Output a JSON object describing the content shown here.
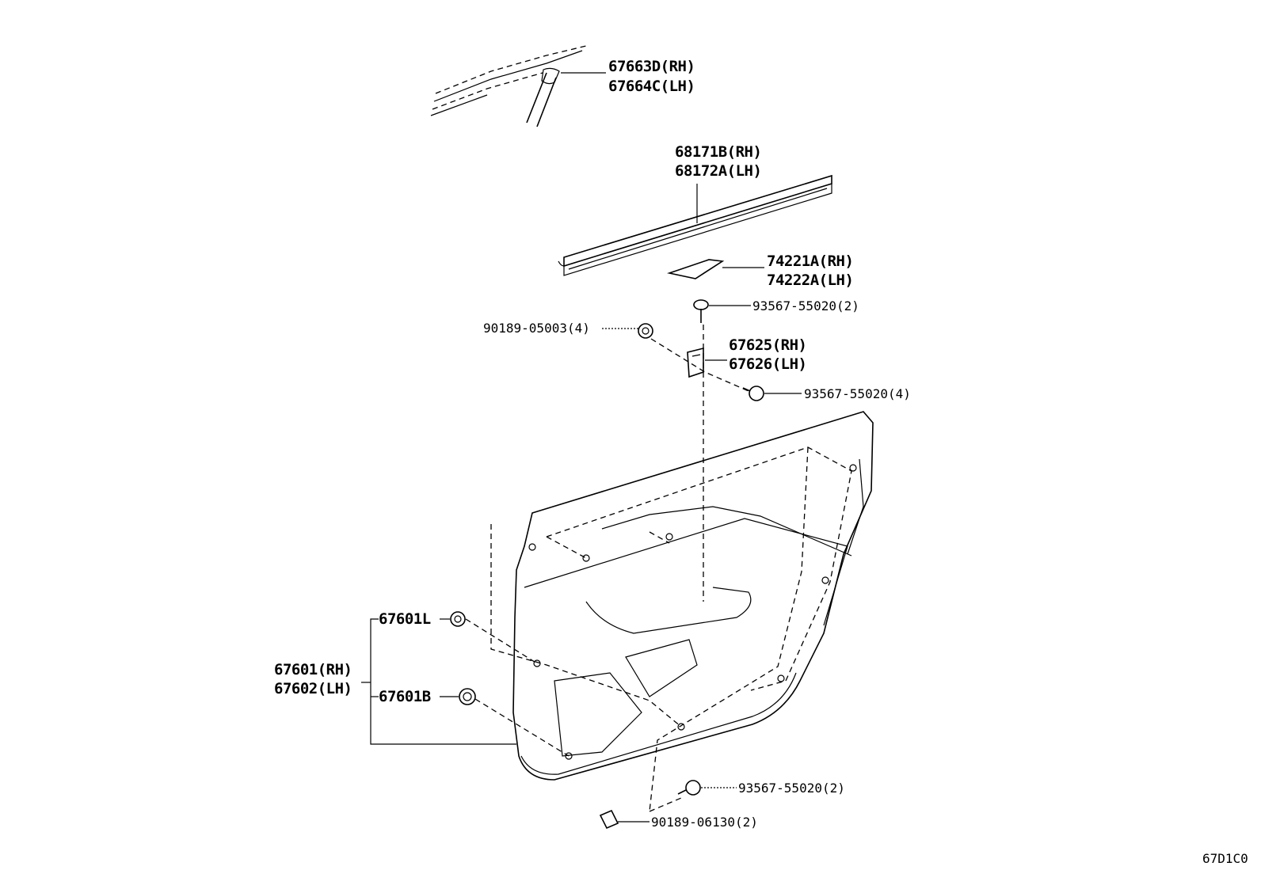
{
  "labels": {
    "l1a": "67663D(RH)",
    "l1b": "67664C(LH)",
    "l2a": "68171B(RH)",
    "l2b": "68172A(LH)",
    "l3a": "74221A(RH)",
    "l3b": "74222A(LH)",
    "l4": "93567-55020(2)",
    "l5": "90189-05003(4)",
    "l6a": "67625(RH)",
    "l6b": "67626(LH)",
    "l7": "93567-55020(4)",
    "l8": "67601L",
    "l9a": "67601(RH)",
    "l9b": "67602(LH)",
    "l10": "67601B",
    "l11": "93567-55020(2)",
    "l12": "90189-06130(2)",
    "code": "67D1C0"
  }
}
